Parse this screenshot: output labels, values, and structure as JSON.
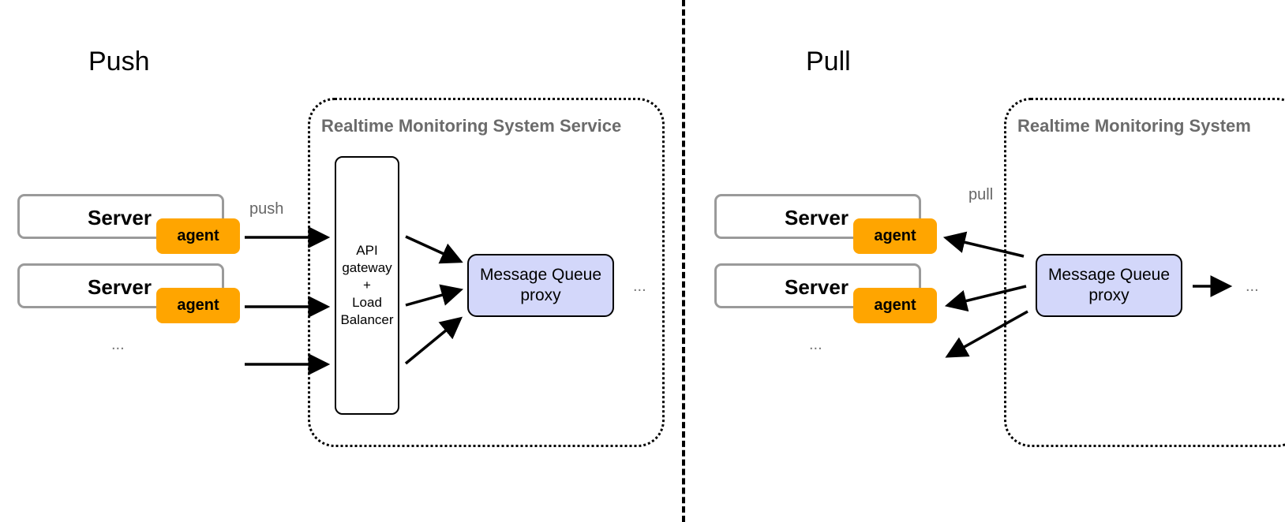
{
  "push": {
    "title": "Push",
    "region_label": "Realtime Monitoring System Service",
    "servers": [
      {
        "label": "Server",
        "agent": "agent"
      },
      {
        "label": "Server",
        "agent": "agent"
      }
    ],
    "more_servers": "...",
    "arrow_label": "push",
    "gateway_lines": [
      "API",
      "gateway",
      "+",
      "Load",
      "Balancer"
    ],
    "mq_lines": [
      "Message Queue",
      "proxy"
    ],
    "downstream": "..."
  },
  "pull": {
    "title": "Pull",
    "region_label": "Realtime Monitoring System",
    "servers": [
      {
        "label": "Server",
        "agent": "agent"
      },
      {
        "label": "Server",
        "agent": "agent"
      }
    ],
    "more_servers": "...",
    "arrow_label": "pull",
    "mq_lines": [
      "Message Queue",
      "proxy"
    ],
    "downstream": "..."
  },
  "colors": {
    "agent": "#ffa500",
    "message_queue": "#d3d7fa",
    "region_label": "#6b6b6b",
    "server_border": "#9a9a9a"
  }
}
